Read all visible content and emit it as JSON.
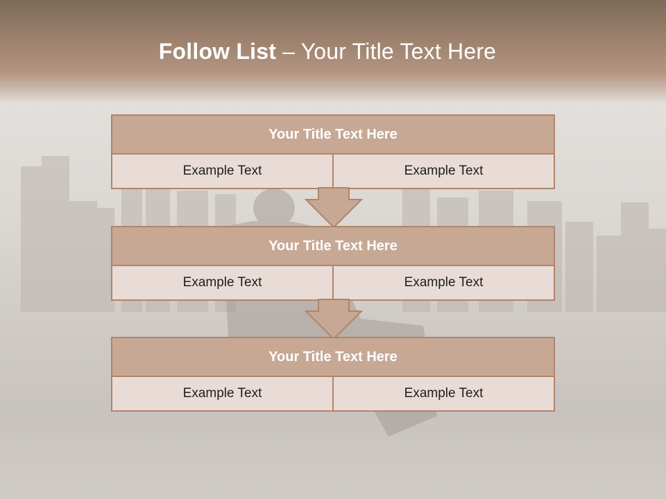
{
  "title": {
    "bold": "Follow List",
    "rest": " – Your Title Text Here"
  },
  "colors": {
    "header_fill": "#c6a895",
    "cell_fill": "#e9dcd7",
    "border": "#b08469",
    "arrow_fill": "#c6a895",
    "title_band": "#9a7f6b"
  },
  "blocks": [
    {
      "title": "Your Title Text Here",
      "cells": [
        "Example Text",
        "Example Text"
      ]
    },
    {
      "title": "Your Title Text Here",
      "cells": [
        "Example Text",
        "Example Text"
      ]
    },
    {
      "title": "Your Title Text Here",
      "cells": [
        "Example Text",
        "Example Text"
      ]
    }
  ]
}
